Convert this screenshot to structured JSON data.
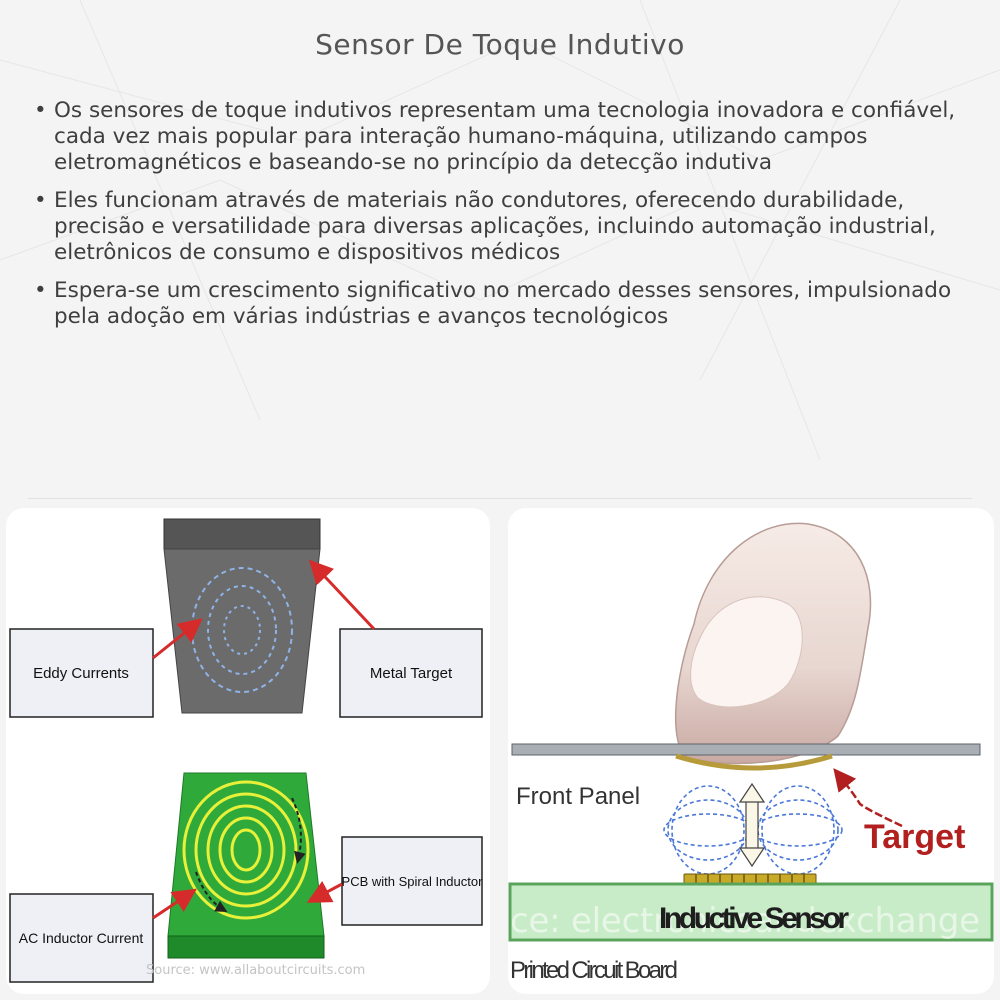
{
  "title": "Sensor De Toque Indutivo",
  "bullets": [
    "Os sensores de toque indutivos representam uma tecnologia inovadora e confiável, cada vez mais popular para interação humano-máquina, utilizando campos eletromagnéticos e baseando-se no princípio da detecção indutiva",
    "Eles funcionam através de materiais não condutores, oferecendo durabilidade, precisão e versatilidade para diversas aplicações, incluindo automação industrial, eletrônicos de consumo e dispositivos médicos",
    "Espera-se um crescimento significativo no mercado desses sensores, impulsionado pela adoção em várias indústrias e avanços tecnológicos"
  ],
  "left_diagram": {
    "label_eddy": "Eddy Currents",
    "label_metal": "Metal Target",
    "label_pcb": "PCB with Spiral Inductor",
    "label_ac": "AC Inductor Current",
    "source": "Source: www.allaboutcircuits.com"
  },
  "right_diagram": {
    "label_front": "Front Panel",
    "label_target": "Target",
    "label_sensor": "Inductive Sensor",
    "label_pcb": "Printed Circuit Board",
    "watermark": "ce: electronicsandexchange"
  },
  "colors": {
    "arrow_red": "#d62b2b",
    "pcb_green": "#2faa3a",
    "spiral_yellow": "#e8f03a",
    "metal_gray": "#6b6b6b",
    "field_blue": "#4a78d8"
  }
}
